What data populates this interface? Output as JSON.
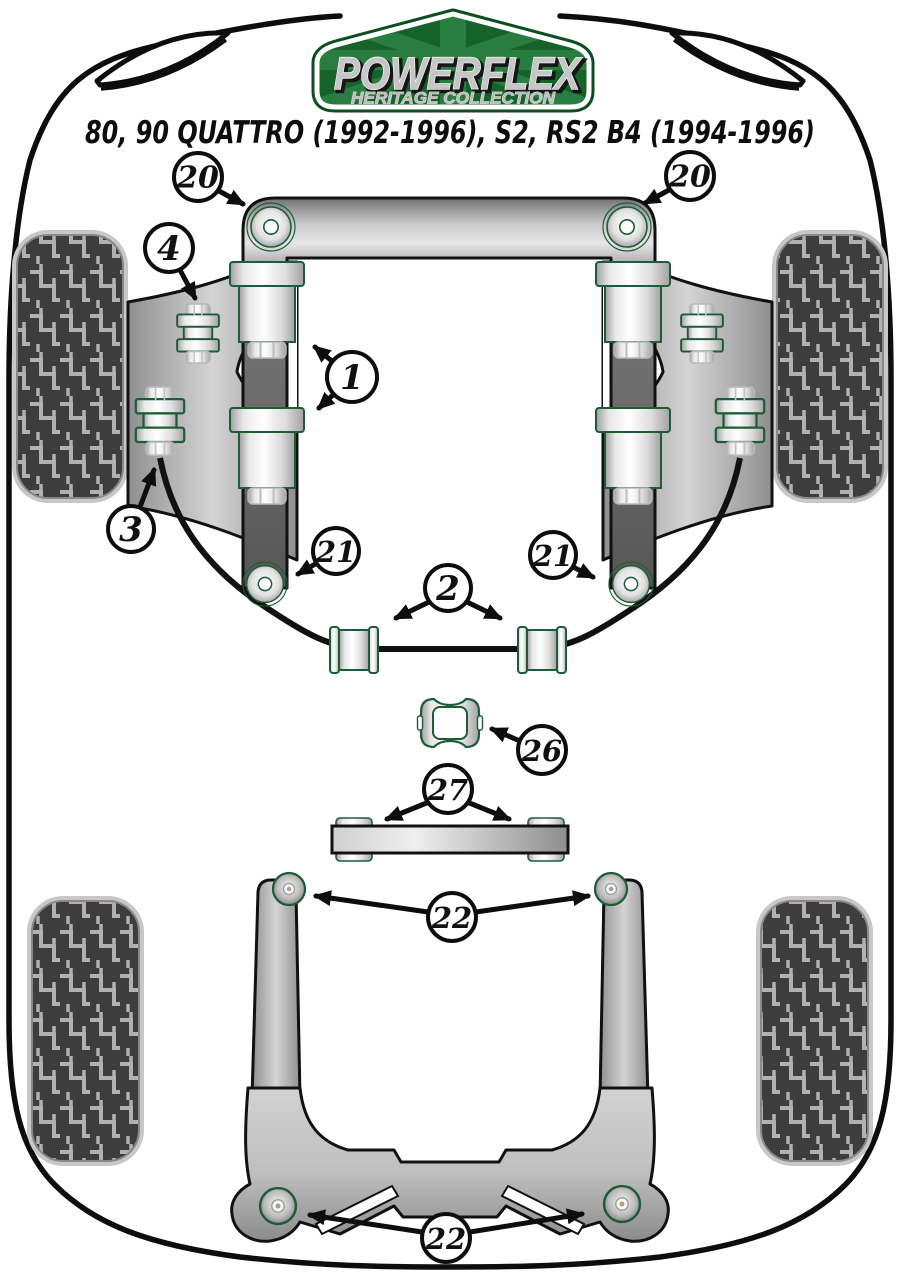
{
  "logo": {
    "brand": "POWERFLEX",
    "collection": "HERITAGE COLLECTION"
  },
  "title": "80, 90 QUATTRO (1992-1996), S2, RS2 B4 (1994-1996)",
  "colors": {
    "heritage_green": "#15622b",
    "heritage_green_light": "#2a7d41",
    "part_outline_green": "#1d5c36",
    "ink_black": "#0d0d0d",
    "tire_dark": "#3e3d3d",
    "tread_light": "#b3b1af",
    "metal_light": "#ffffff",
    "metal_mid": "#c9c9c9",
    "frame_gray": "#6f6f6f"
  },
  "callouts": [
    {
      "id": "20-left",
      "label": "20"
    },
    {
      "id": "20-right",
      "label": "20"
    },
    {
      "id": "4",
      "label": "4"
    },
    {
      "id": "1",
      "label": "1"
    },
    {
      "id": "3",
      "label": "3"
    },
    {
      "id": "21-left",
      "label": "21"
    },
    {
      "id": "21-right",
      "label": "21"
    },
    {
      "id": "2",
      "label": "2"
    },
    {
      "id": "26",
      "label": "26"
    },
    {
      "id": "27",
      "label": "27"
    },
    {
      "id": "22-top",
      "label": "22"
    },
    {
      "id": "22-bottom",
      "label": "22"
    }
  ]
}
